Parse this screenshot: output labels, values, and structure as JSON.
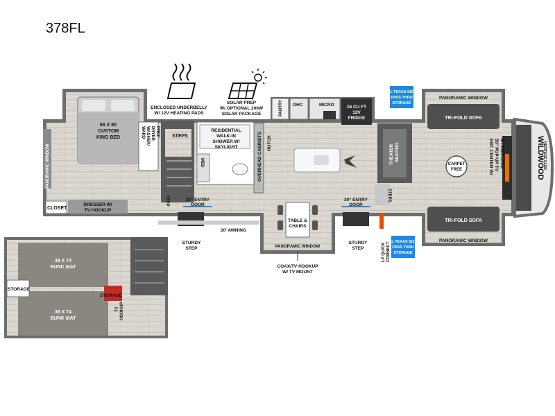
{
  "model": "378FL",
  "brand": "WILDWOOD",
  "brand_sub": "HERITAGE GLEN",
  "colors": {
    "floor": "#d9d6d0",
    "wall": "#6d6d6d",
    "furniture": "#6e6a66",
    "callout": "#1e88e5"
  },
  "icons": [
    "heat-pads-icon",
    "solar-panel-icon",
    "carpet-free-icon"
  ],
  "feature_callouts": {
    "underbelly": [
      "ENCLOSED UNDERBELLY",
      "W/ 12V HEATING PADS"
    ],
    "solar": [
      "SOLAR PREP",
      "W/ OPTIONAL 200W",
      "SOLAR PACKAGE"
    ]
  },
  "rooms": {
    "bed": [
      "66 X 80",
      "CUSTOM",
      "KING BED"
    ],
    "washer": [
      "WARD",
      "WASHER/",
      "DRYER",
      "PREP"
    ],
    "panoramic_window_left": "PANORAMIC WINDOW",
    "closet": "CLOSET",
    "dresser": [
      "DRESSER W/",
      "TV HOOKUP"
    ],
    "step_left": "STEP",
    "steps_upper": "STEPS",
    "med": "MED",
    "shower": [
      "RESIDENTIAL",
      "WALK-IN",
      "SHOWER W/",
      "SKYLIGHT"
    ],
    "overhead": "OVERHEAD CABINETS",
    "hutch": "HUTCH",
    "pantry": "PANTRY",
    "ohc": "OHC",
    "micro": "MICRO",
    "fridge": [
      "16 CU FT",
      "12V",
      "FRIDGE"
    ],
    "entry_door_left": [
      "30\" ENTRY",
      "DOOR"
    ],
    "entry_door_right": [
      "30\" ENTRY",
      "DOOR"
    ],
    "sturdy_step_left": [
      "STURDY",
      "STEP"
    ],
    "sturdy_step_right": [
      "STURDY",
      "STEP"
    ],
    "awning": "20' AWNING",
    "table": [
      "TABLE &",
      "CHAIRS"
    ],
    "panoramic_window_mid": "PANORAMIC WINDOW",
    "coax": [
      "COAX/TV HOOKUP",
      "W/ TV MOUNT"
    ],
    "theater": [
      "THEATER",
      "SEATING"
    ],
    "steps_right": "STEPS",
    "lp": [
      "LP QUICK",
      "CONNECT"
    ],
    "xl_storage_top": [
      "XL TEXAS SIZE",
      "PASS THRU",
      "STORAGE"
    ],
    "xl_storage_bottom": [
      "XL TEXAS SIZE",
      "PASS THRU",
      "STORAGE"
    ],
    "panoramic_window_top": "PANORAMIC WINDOW",
    "panoramic_window_bottom": "PANORAMIC WINDOW",
    "sofa_top": "TRI-FOLD SOFA",
    "sofa_bottom": "TRI-FOLD SOFA",
    "ent_center": [
      "ENT. CENTER W/",
      "50\" POP-UP TV",
      "& FIREPLACE"
    ],
    "carpet_free": [
      "CARPET",
      "FREE"
    ]
  },
  "loft": {
    "bunk_top": [
      "38 X 74",
      "BUNK MAT"
    ],
    "bunk_bottom": [
      "38 X 74",
      "BUNK MAT"
    ],
    "storage_left": "STORAGE",
    "storage_right": "STORAGE",
    "tv_hookup": [
      "TV",
      "HOOKUP"
    ]
  }
}
